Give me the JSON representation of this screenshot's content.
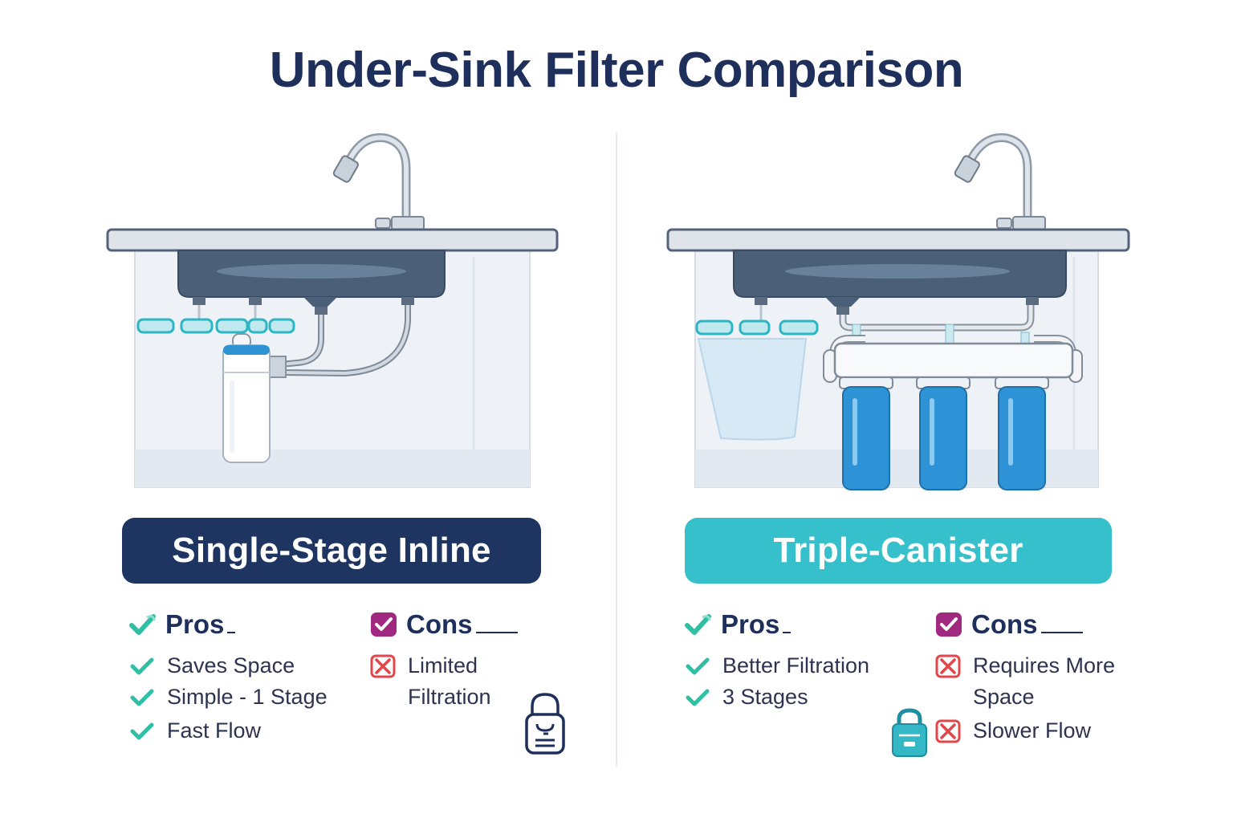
{
  "title": "Under-Sink Filter Comparison",
  "colors": {
    "title": "#1e2f5c",
    "single_badge": "#1e3461",
    "triple_badge": "#35c0cc",
    "pro_check": "#2fbfa4",
    "con_x": "#e0464a",
    "cons_header_box": "#a0287f",
    "canister_blue": "#2d93d6",
    "sink_basin": "#4b5f78"
  },
  "panels": [
    {
      "id": "single",
      "label": "Single-Stage Inline",
      "illustration": "sink-with-single-inline-filter",
      "pros": {
        "header": "Pros",
        "items": [
          "Saves Space",
          "Simple - 1 Stage",
          "Fast Flow"
        ]
      },
      "cons": {
        "header": "Cons",
        "items": [
          "Limited Filtration"
        ]
      },
      "decor_icon": "padlock-outline-icon"
    },
    {
      "id": "triple",
      "label": "Triple-Canister",
      "illustration": "sink-with-three-canister-filter-system",
      "pros": {
        "header": "Pros",
        "items": [
          "Better Filtration",
          "3 Stages"
        ]
      },
      "cons": {
        "header": "Cons",
        "items": [
          "Requires More Space",
          "Slower Flow"
        ]
      },
      "decor_icon": "padlock-teal-icon"
    }
  ]
}
